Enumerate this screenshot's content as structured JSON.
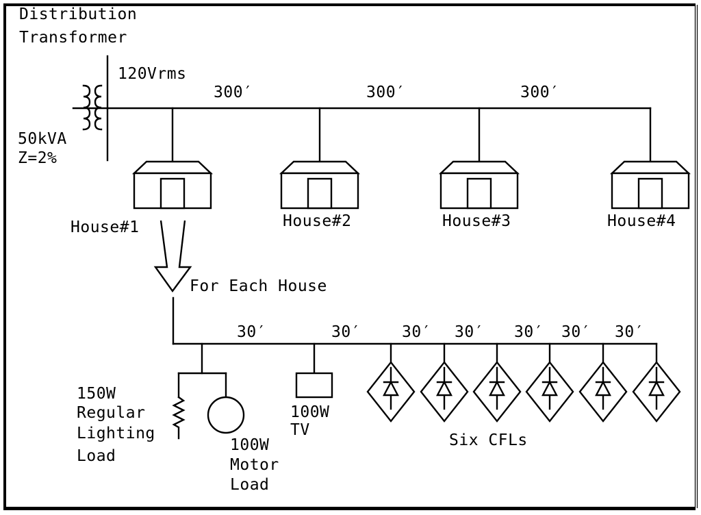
{
  "diagram": {
    "type": "one-line distribution circuit",
    "colors": {
      "line": "#000000",
      "background": "#ffffff"
    },
    "transformer": {
      "title_line1": "Distribution",
      "title_line2": "Transformer",
      "voltage": "120Vrms",
      "rating": "50kVA",
      "impedance": "Z=2%",
      "icon": "transformer-coil-icon"
    },
    "feeder": {
      "segments": [
        "300′",
        "300′",
        "300′"
      ]
    },
    "houses": [
      {
        "label": "House#1",
        "icon": "house-icon"
      },
      {
        "label": "House#2",
        "icon": "house-icon"
      },
      {
        "label": "House#3",
        "icon": "house-icon"
      },
      {
        "label": "House#4",
        "icon": "house-icon"
      }
    ],
    "detail_arrow": {
      "label": "For Each House",
      "icon": "down-arrow-icon"
    },
    "branch": {
      "segments": [
        "30′",
        "30′",
        "30′",
        "30′",
        "30′",
        "30′",
        "30′"
      ]
    },
    "loads": {
      "lighting": {
        "lines": [
          "150W",
          "Regular",
          "Lighting",
          "Load"
        ],
        "icon": "resistor-icon"
      },
      "motor": {
        "lines": [
          "100W",
          "Motor",
          "Load"
        ],
        "icon": "motor-circle-icon"
      },
      "tv": {
        "lines": [
          "100W",
          "TV"
        ],
        "icon": "box-load-icon"
      },
      "cfls": {
        "label": "Six CFLs",
        "count": 6,
        "icon": "cfl-diode-icon"
      }
    }
  }
}
